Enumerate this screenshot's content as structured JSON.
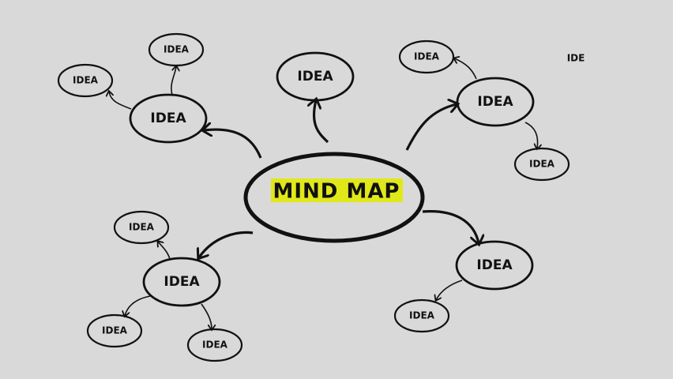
{
  "title": "MIND MAP",
  "highlight_color": "#e1e81a",
  "node_label": "IDEA",
  "partial_label": "IDE",
  "nodes": {
    "top": "IDEA",
    "top_left": "IDEA",
    "top_left_child_1": "IDEA",
    "top_left_child_2": "IDEA",
    "top_right": "IDEA",
    "top_right_child_1": "IDEA",
    "top_right_child_2": "IDEA",
    "bottom_left": "IDEA",
    "bottom_left_child_1": "IDEA",
    "bottom_left_child_2": "IDEA",
    "bottom_left_child_3": "IDEA",
    "bottom_right": "IDEA",
    "bottom_right_child_1": "IDEA"
  }
}
